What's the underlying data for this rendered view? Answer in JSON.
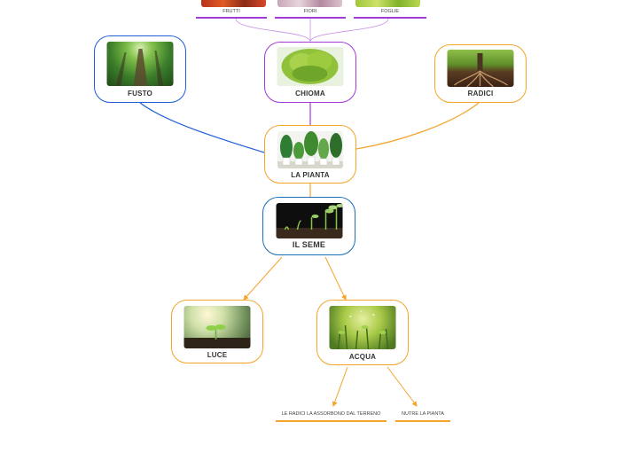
{
  "colors": {
    "blue": "#1f5fd6",
    "purple": "#a23ad6",
    "orange": "#f4a42a",
    "thin_purple": "#c48ee6"
  },
  "nodes": {
    "fusto": {
      "label": "FUSTO",
      "image": "forest-trunk-image"
    },
    "chioma": {
      "label": "CHIOMA",
      "image": "tree-canopy-image"
    },
    "radici": {
      "label": "RADICI",
      "image": "tree-roots-image"
    },
    "pianta": {
      "label": "LA PIANTA",
      "image": "potted-plants-image"
    },
    "seme": {
      "label": "IL SEME",
      "image": "seedling-growth-image"
    },
    "luce": {
      "label": "LUCE",
      "image": "sprout-sunlight-image"
    },
    "acqua": {
      "label": "ACQUA",
      "image": "water-plants-image"
    }
  },
  "top_leaves": {
    "frutti": "FRUTTI",
    "fiori": "FIORI",
    "foglie": "FOGLIE"
  },
  "bottom_leaves": {
    "radici_assorbono": "LE RADICI LA ASSORBONO DAL TERRENO",
    "nutre": "NUTRE LA PIANTA"
  }
}
